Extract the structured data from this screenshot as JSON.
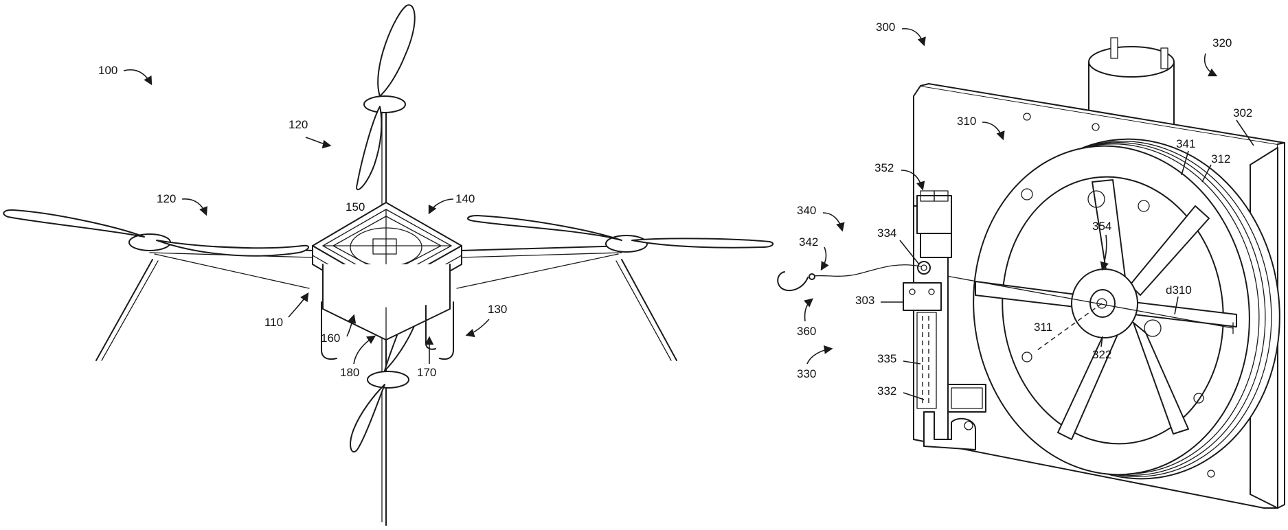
{
  "figure_left": {
    "refs": {
      "r100": "100",
      "r120a": "120",
      "r120b": "120",
      "r140": "140",
      "r150": "150",
      "r110": "110",
      "r160": "160",
      "r180": "180",
      "r170": "170",
      "r130": "130"
    }
  },
  "figure_right": {
    "refs": {
      "r300": "300",
      "r320": "320",
      "r302": "302",
      "r310": "310",
      "r341": "341",
      "r312": "312",
      "r352": "352",
      "r340": "340",
      "r342": "342",
      "r334": "334",
      "r354": "354",
      "r303": "303",
      "rd310": "d310",
      "r360": "360",
      "r311": "311",
      "r322": "322",
      "r330": "330",
      "r335": "335",
      "r332": "332"
    }
  },
  "colors": {
    "line": "#1a1a1a",
    "background": "#ffffff"
  }
}
